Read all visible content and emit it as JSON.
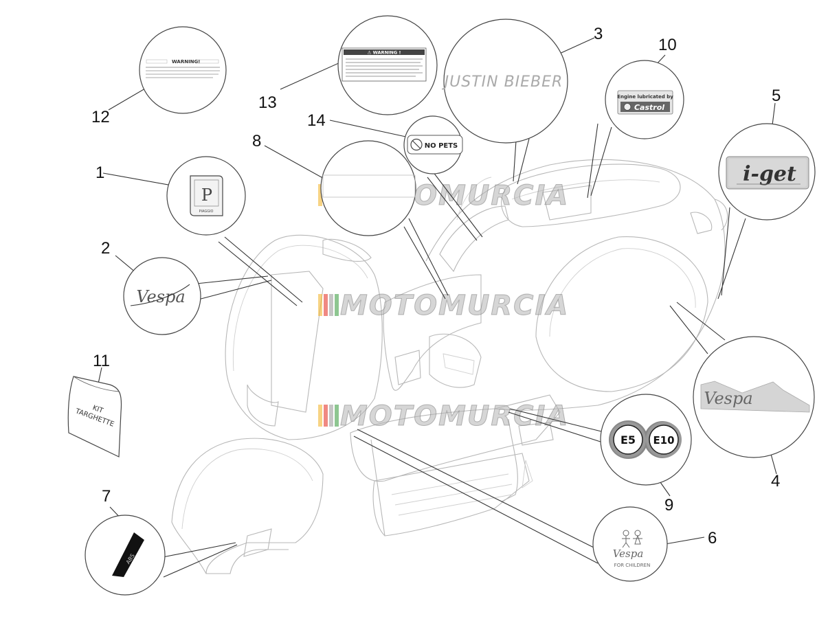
{
  "callouts": [
    {
      "id": "1",
      "label": "1"
    },
    {
      "id": "2",
      "label": "2"
    },
    {
      "id": "3",
      "label": "3"
    },
    {
      "id": "4",
      "label": "4"
    },
    {
      "id": "5",
      "label": "5"
    },
    {
      "id": "6",
      "label": "6"
    },
    {
      "id": "7",
      "label": "7"
    },
    {
      "id": "8",
      "label": "8"
    },
    {
      "id": "9",
      "label": "9"
    },
    {
      "id": "10",
      "label": "10"
    },
    {
      "id": "11",
      "label": "11"
    },
    {
      "id": "12",
      "label": "12"
    },
    {
      "id": "13",
      "label": "13"
    },
    {
      "id": "14",
      "label": "14"
    }
  ],
  "decals": {
    "warning_12": "WARNING!",
    "warning_13": "⚠ WARNING !",
    "signature_3": "JUSTIN BIEBER",
    "castrol_top": "Engine lubricated by",
    "castrol_brand": "Castrol",
    "iget": "i-get",
    "nopets": "NO PETS",
    "fuel_e5": "E5",
    "fuel_e10": "E10",
    "kit_line1": "KIT",
    "kit_line2": "TARGHETTE",
    "vespa_script": "Vespa",
    "children_brand": "Vespa",
    "children_caption": "FOR CHILDREN",
    "badge_7": "ABS",
    "piaggio_small": "PIAGGIO"
  },
  "watermark": {
    "text": "MOTOMURCIA",
    "colors": [
      "#f2b632",
      "#e63a2e",
      "#9e9e9e",
      "#43a047"
    ]
  }
}
